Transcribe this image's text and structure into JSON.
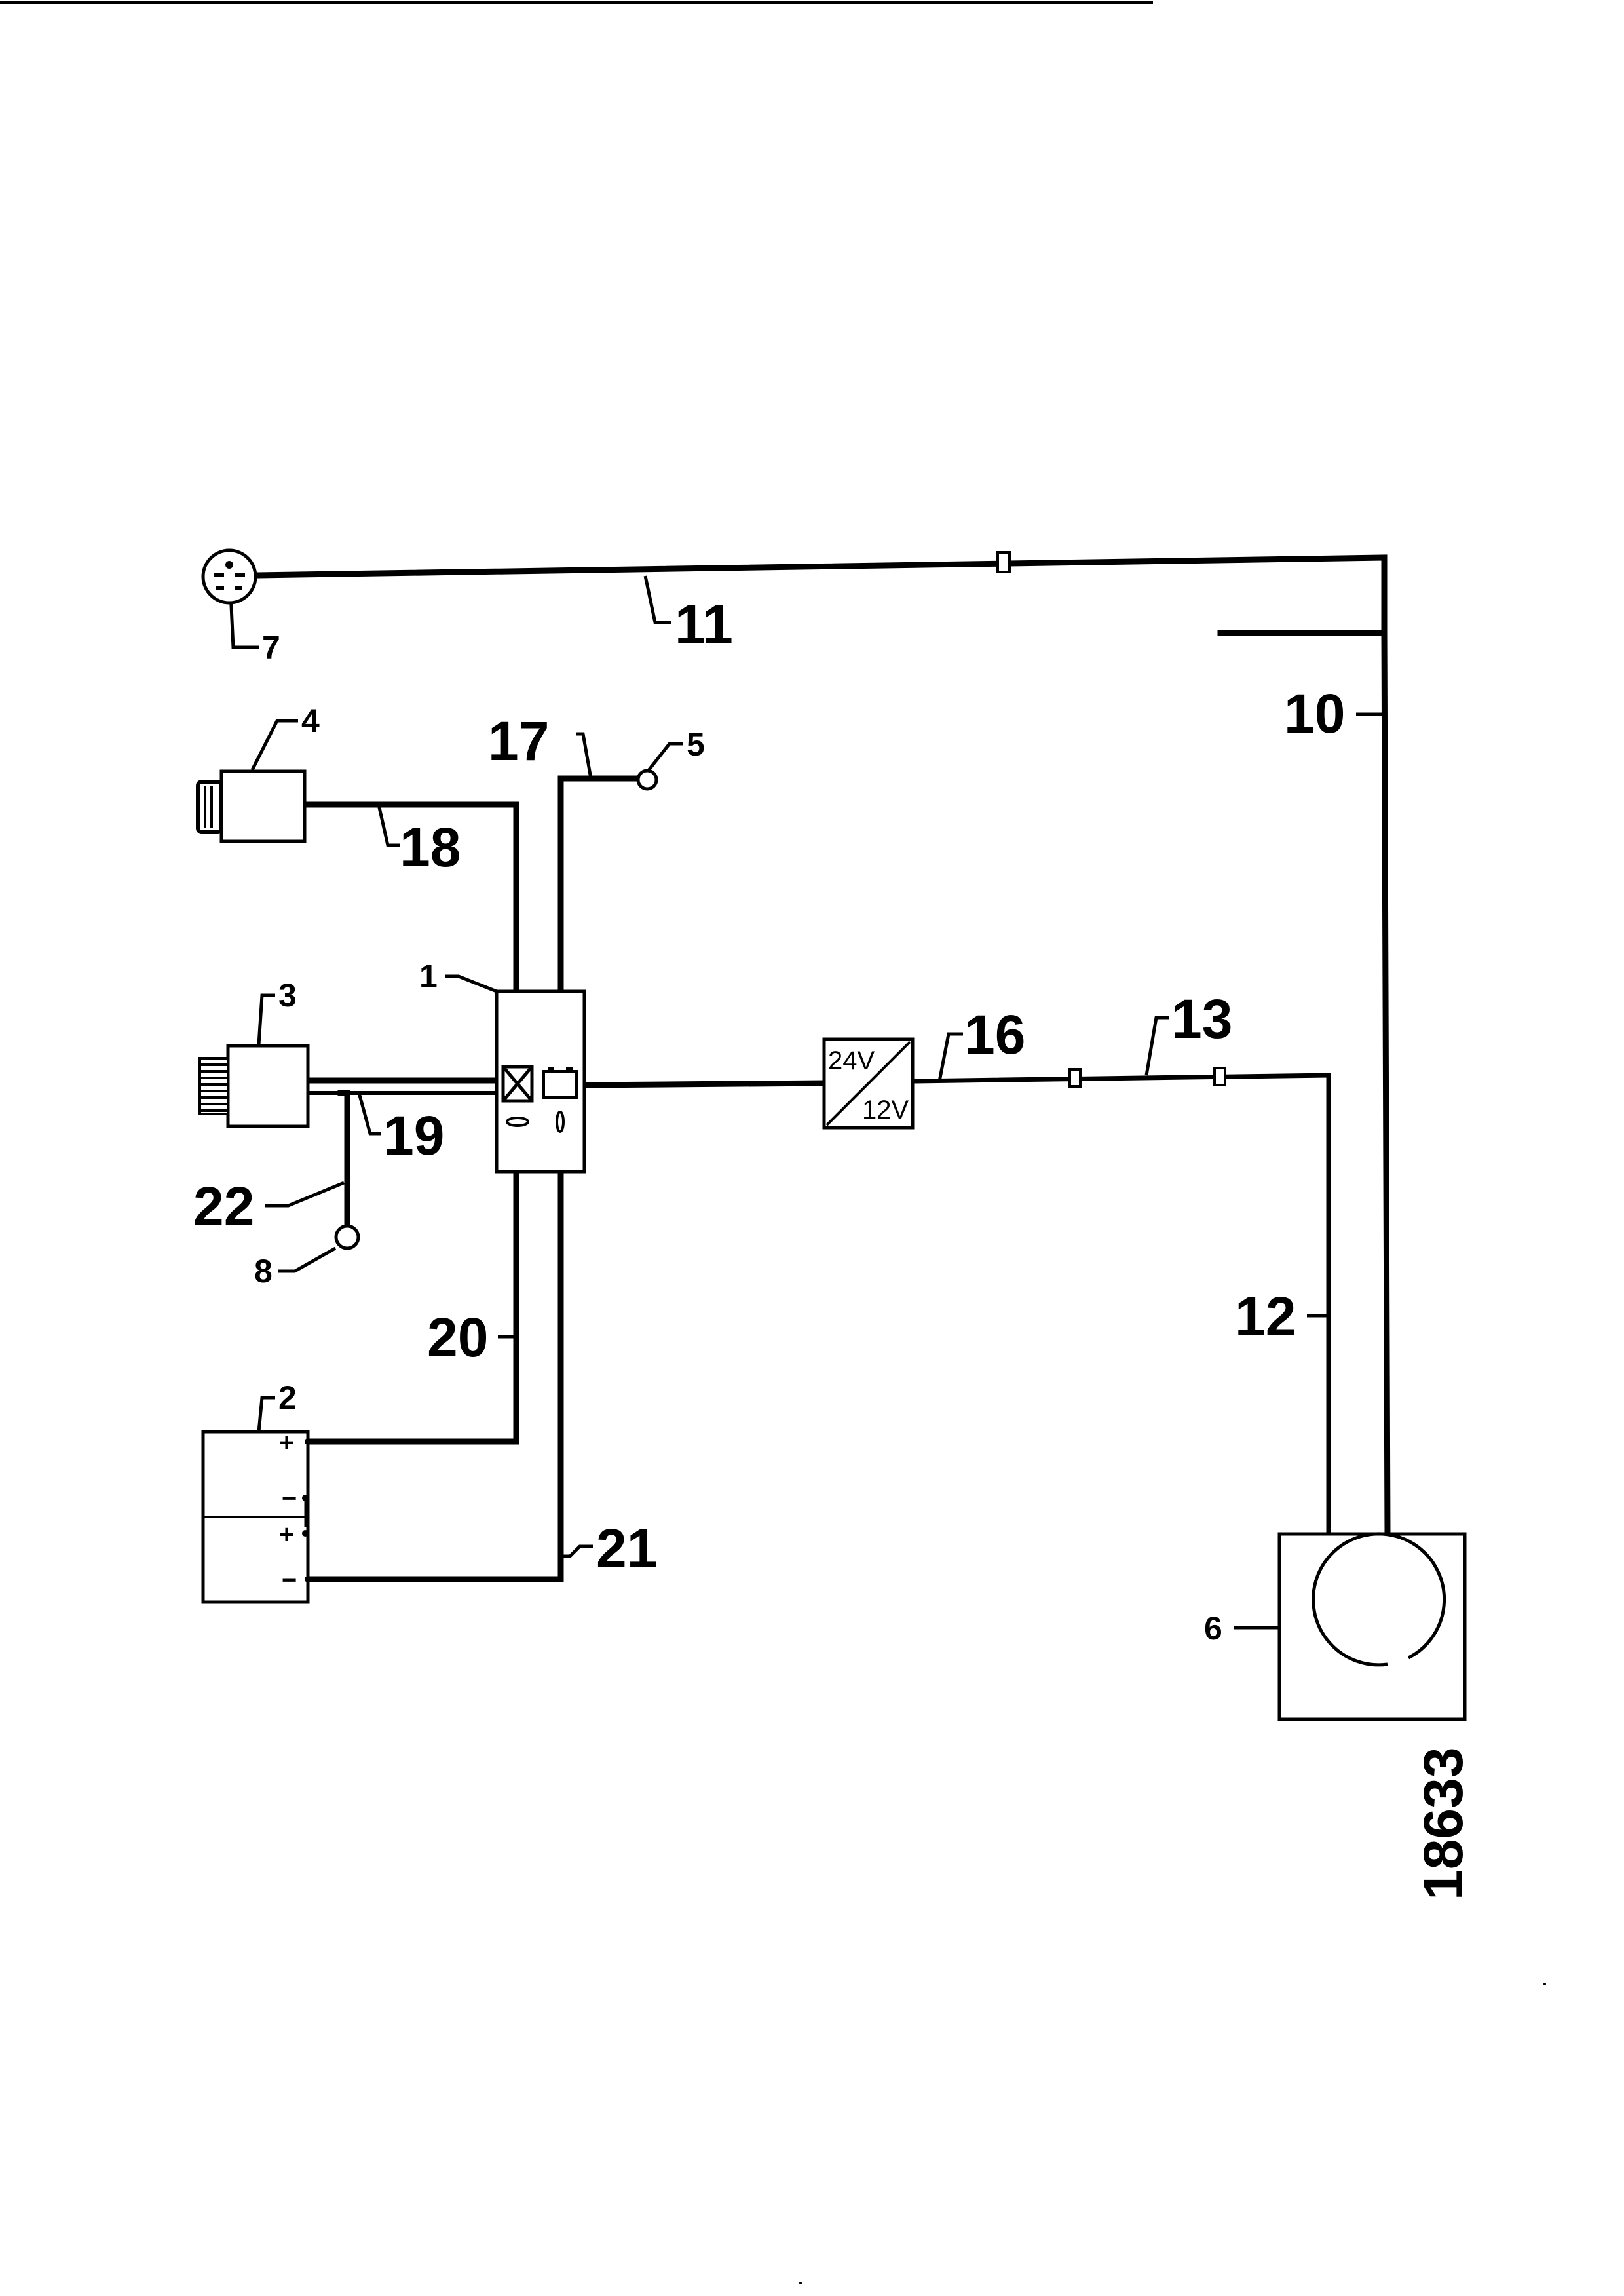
{
  "figure_id": "18633",
  "components": {
    "c1": "1",
    "c2": "2",
    "c3": "3",
    "c4": "4",
    "c5": "5",
    "c6": "6",
    "c7": "7",
    "c8": "8"
  },
  "wires": {
    "w10": "10",
    "w11": "11",
    "w12": "12",
    "w13": "13",
    "w16": "16",
    "w17": "17",
    "w18": "18",
    "w19": "19",
    "w20": "20",
    "w21": "21",
    "w22": "22"
  },
  "converter": {
    "input_voltage": "24V",
    "output_voltage": "12V"
  },
  "battery_terminals": {
    "t1": "+",
    "t2": "−",
    "t3": "+",
    "t4": "−"
  }
}
